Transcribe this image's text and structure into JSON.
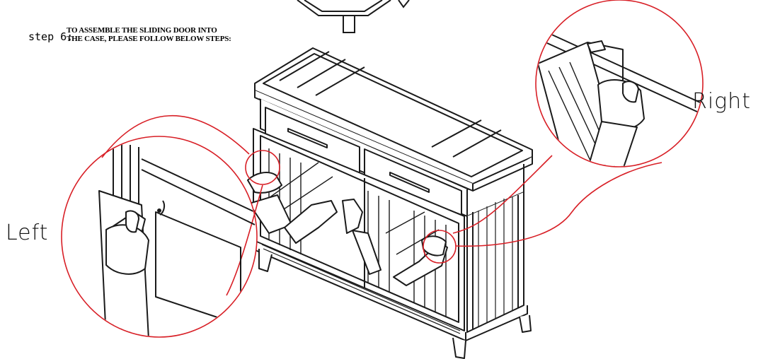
{
  "step": {
    "label": "step 6:",
    "instruction_line1": "TO  ASSEMBLE THE SLIDING DOOR INTO",
    "instruction_line2": "THE CASE, PLEASE FOLLOW BELOW STEPS:"
  },
  "callouts": {
    "right": "Right",
    "left": "Left"
  },
  "colors": {
    "line": "#1a1a1a",
    "callout": "#d81f26"
  }
}
